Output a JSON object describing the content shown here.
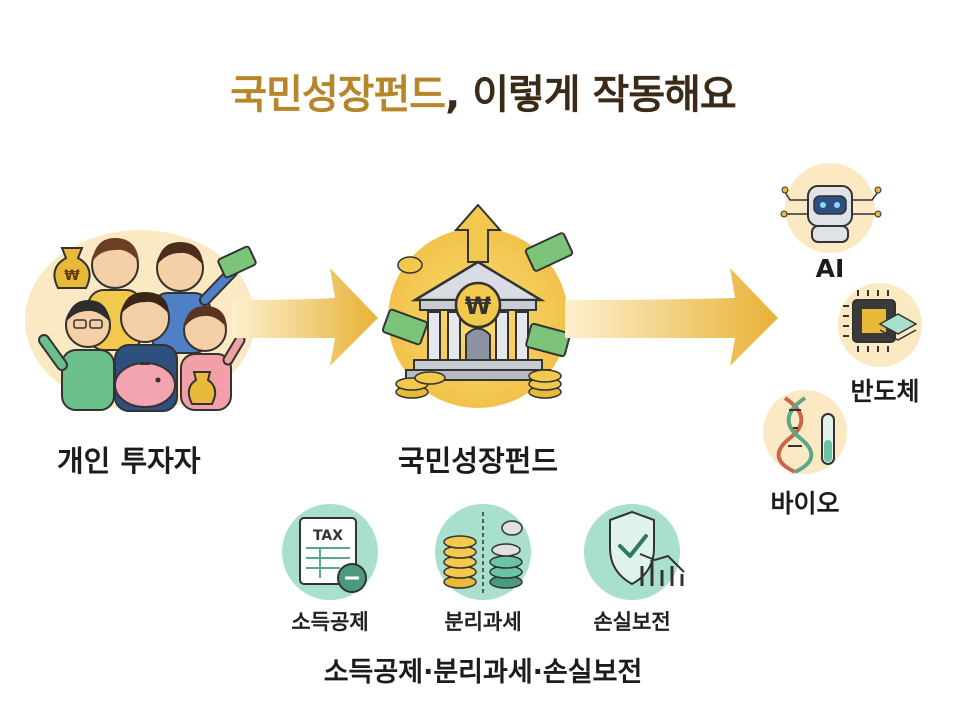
{
  "title": {
    "part1": "국민성장펀드",
    "part2": ", 이렇게 작동해요"
  },
  "nodes": {
    "investor": "개인 투자자",
    "fund": "국민성장펀드",
    "ai": "AI",
    "semiconductor": "반도체",
    "bio": "바이오"
  },
  "benefits": {
    "tax_icon_text": "TAX",
    "deduction": "소득공제",
    "separate_tax": "분리과세",
    "loss_guarantee": "손실보전",
    "summary": "소득공제·분리과세·손실보전"
  },
  "symbols": {
    "won": "₩"
  },
  "colors": {
    "gold": "#e9b93a",
    "title_gold": "#b8862a",
    "title_dark": "#3b2a17",
    "mint": "#8fd3bd",
    "cream": "#fbe9c4"
  }
}
